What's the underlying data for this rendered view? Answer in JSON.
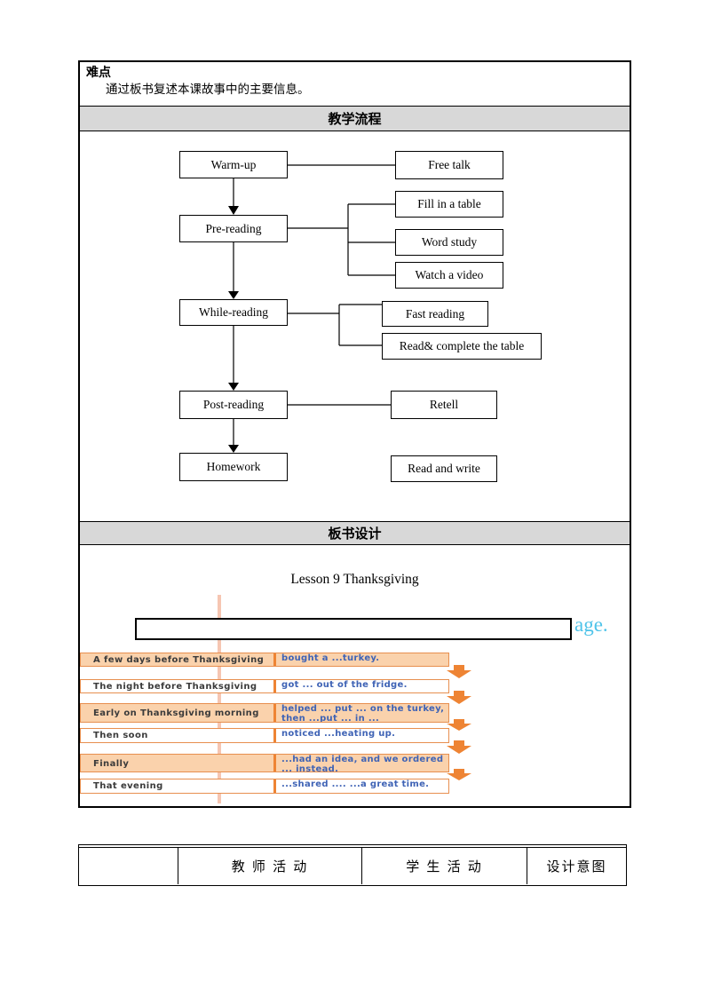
{
  "document": {
    "difficulty": {
      "title": "难点",
      "body": "通过板书复述本课故事中的主要信息。"
    },
    "section_bars": {
      "teaching_process": "教学流程",
      "board_design": "板书设计"
    },
    "flowchart": {
      "warm_up": "Warm-up",
      "free_talk": "Free talk",
      "pre_reading": "Pre-reading",
      "fill_table": "Fill in a table",
      "word_study": "Word study",
      "watch_video": "Watch a video",
      "while_reading": "While-reading",
      "fast_reading": "Fast reading",
      "read_complete": "Read& complete the table",
      "post_reading": "Post-reading",
      "retell": "Retell",
      "homework": "Homework",
      "read_write": "Read and write"
    },
    "board": {
      "lesson_title": "Lesson 9 Thanksgiving",
      "covered_text_tail": "age.",
      "rows": [
        {
          "time": "A few days before Thanksgiving",
          "event": "bought a ...turkey."
        },
        {
          "time": "The night before Thanksgiving",
          "event": "got ... out of the fridge."
        },
        {
          "time": "Early on Thanksgiving morning",
          "event": "helped ...  put ... on the turkey, then ...put ... in ..."
        },
        {
          "time": "Then soon",
          "event": "noticed ...heating up."
        },
        {
          "time": "Finally",
          "event": "...had an idea, and we ordered ... instead."
        },
        {
          "time": "That evening",
          "event": "...shared .... ...a great time."
        }
      ]
    },
    "bottom_table": {
      "col1": "",
      "col2": "教 师 活 动",
      "col3": "学 生 活 动",
      "col4": "设计意图"
    },
    "colors": {
      "gray_bar": "#d8d8d8",
      "peach_row": "#fad2ac",
      "orange_accent": "#ee8434",
      "row_border": "#e78f4f",
      "blue_text": "#3f63b5",
      "light_blue_text": "#4ec3e9",
      "salmon_line": "#f6c6b2"
    }
  }
}
